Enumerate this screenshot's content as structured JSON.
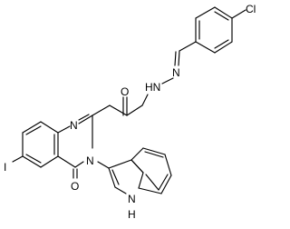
{
  "molecule": {
    "ink_color": "#000000",
    "background_color": "#ffffff",
    "atom_labels": {
      "cl": "Cl",
      "n_hydrazone": "N",
      "nh_hydrazone": "HN",
      "o_ketone": "O",
      "n1_quinazoline": "N",
      "n3_quinazoline": "N",
      "iodine": "I",
      "o_quinazolinone": "O",
      "n_indole": "N",
      "h_indole": "H"
    }
  }
}
